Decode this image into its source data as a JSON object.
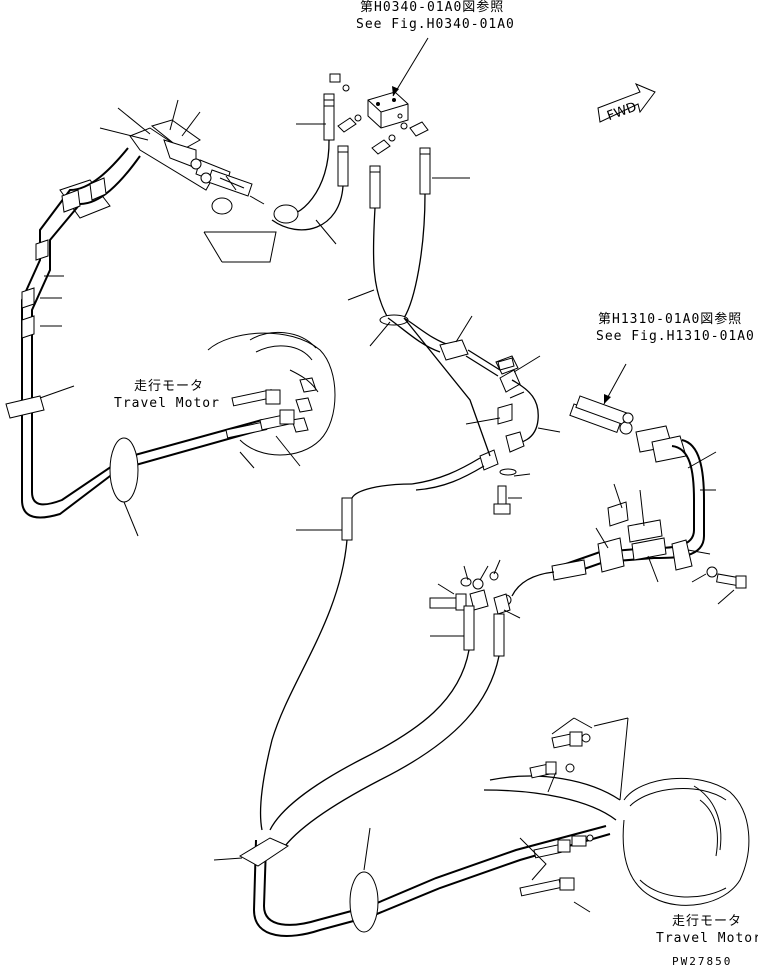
{
  "refs": {
    "top_jp": "第H0340-01A0図参照",
    "top_en": "See Fig.H0340-01A0",
    "right_jp": "第H1310-01A0図参照",
    "right_en": "See Fig.H1310-01A0"
  },
  "motor_left": {
    "jp": "走行モータ",
    "en": "Travel Motor"
  },
  "motor_right": {
    "jp": "走行モータ",
    "en": "Travel Motor"
  },
  "fwd_label": "FWD",
  "drawing_code": "PW27850"
}
